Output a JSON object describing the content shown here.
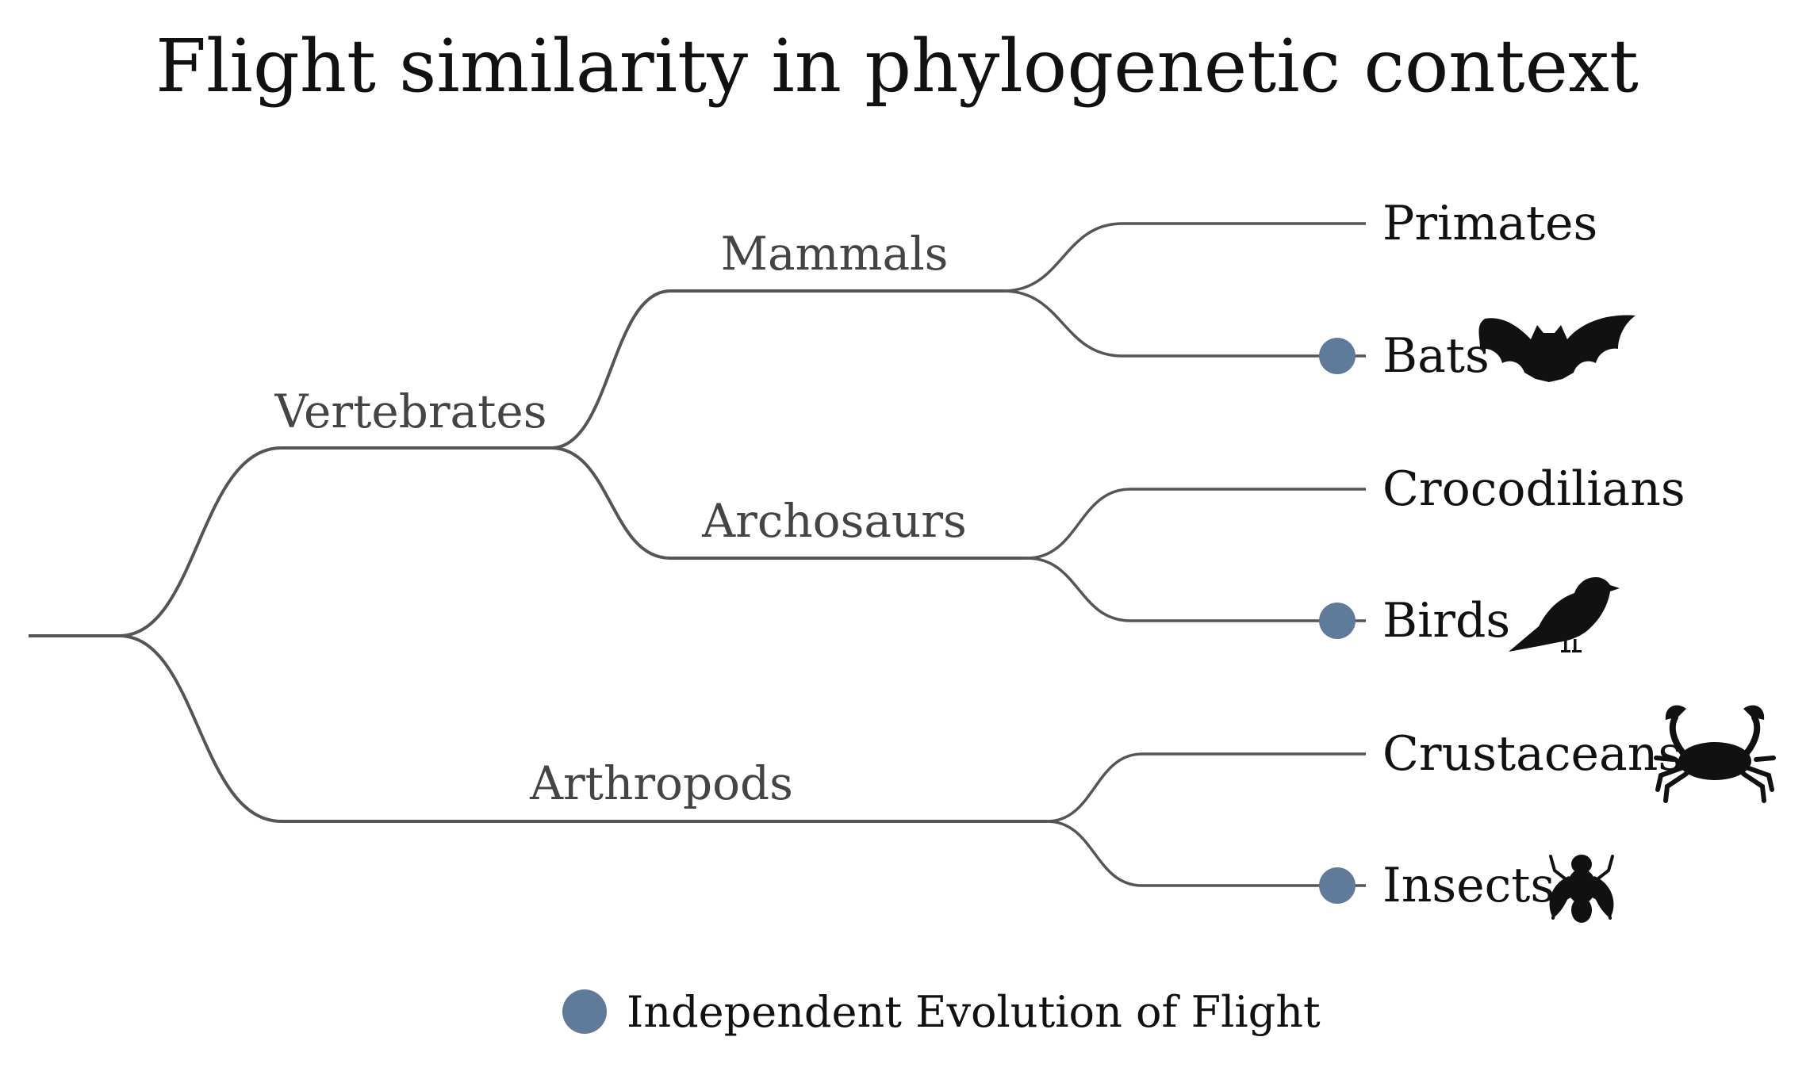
{
  "title": "Flight similarity in phylogenetic context",
  "clades": {
    "vertebrates": "Vertebrates",
    "mammals": "Mammals",
    "archosaurs": "Archosaurs",
    "arthropods": "Arthropods"
  },
  "tips": [
    {
      "label": "Primates",
      "independent_flight": false,
      "icon": "none"
    },
    {
      "label": "Bats",
      "independent_flight": true,
      "icon": "bat-icon"
    },
    {
      "label": "Crocodilians",
      "independent_flight": false,
      "icon": "none"
    },
    {
      "label": "Birds",
      "independent_flight": true,
      "icon": "bird-icon"
    },
    {
      "label": "Crustaceans",
      "independent_flight": false,
      "icon": "crab-icon"
    },
    {
      "label": "Insects",
      "independent_flight": true,
      "icon": "fly-icon"
    }
  ],
  "legend": {
    "label": "Independent Evolution of Flight"
  },
  "colors": {
    "marker": "#5f7b99",
    "branch": "#555555",
    "silhouette": "#111111"
  }
}
